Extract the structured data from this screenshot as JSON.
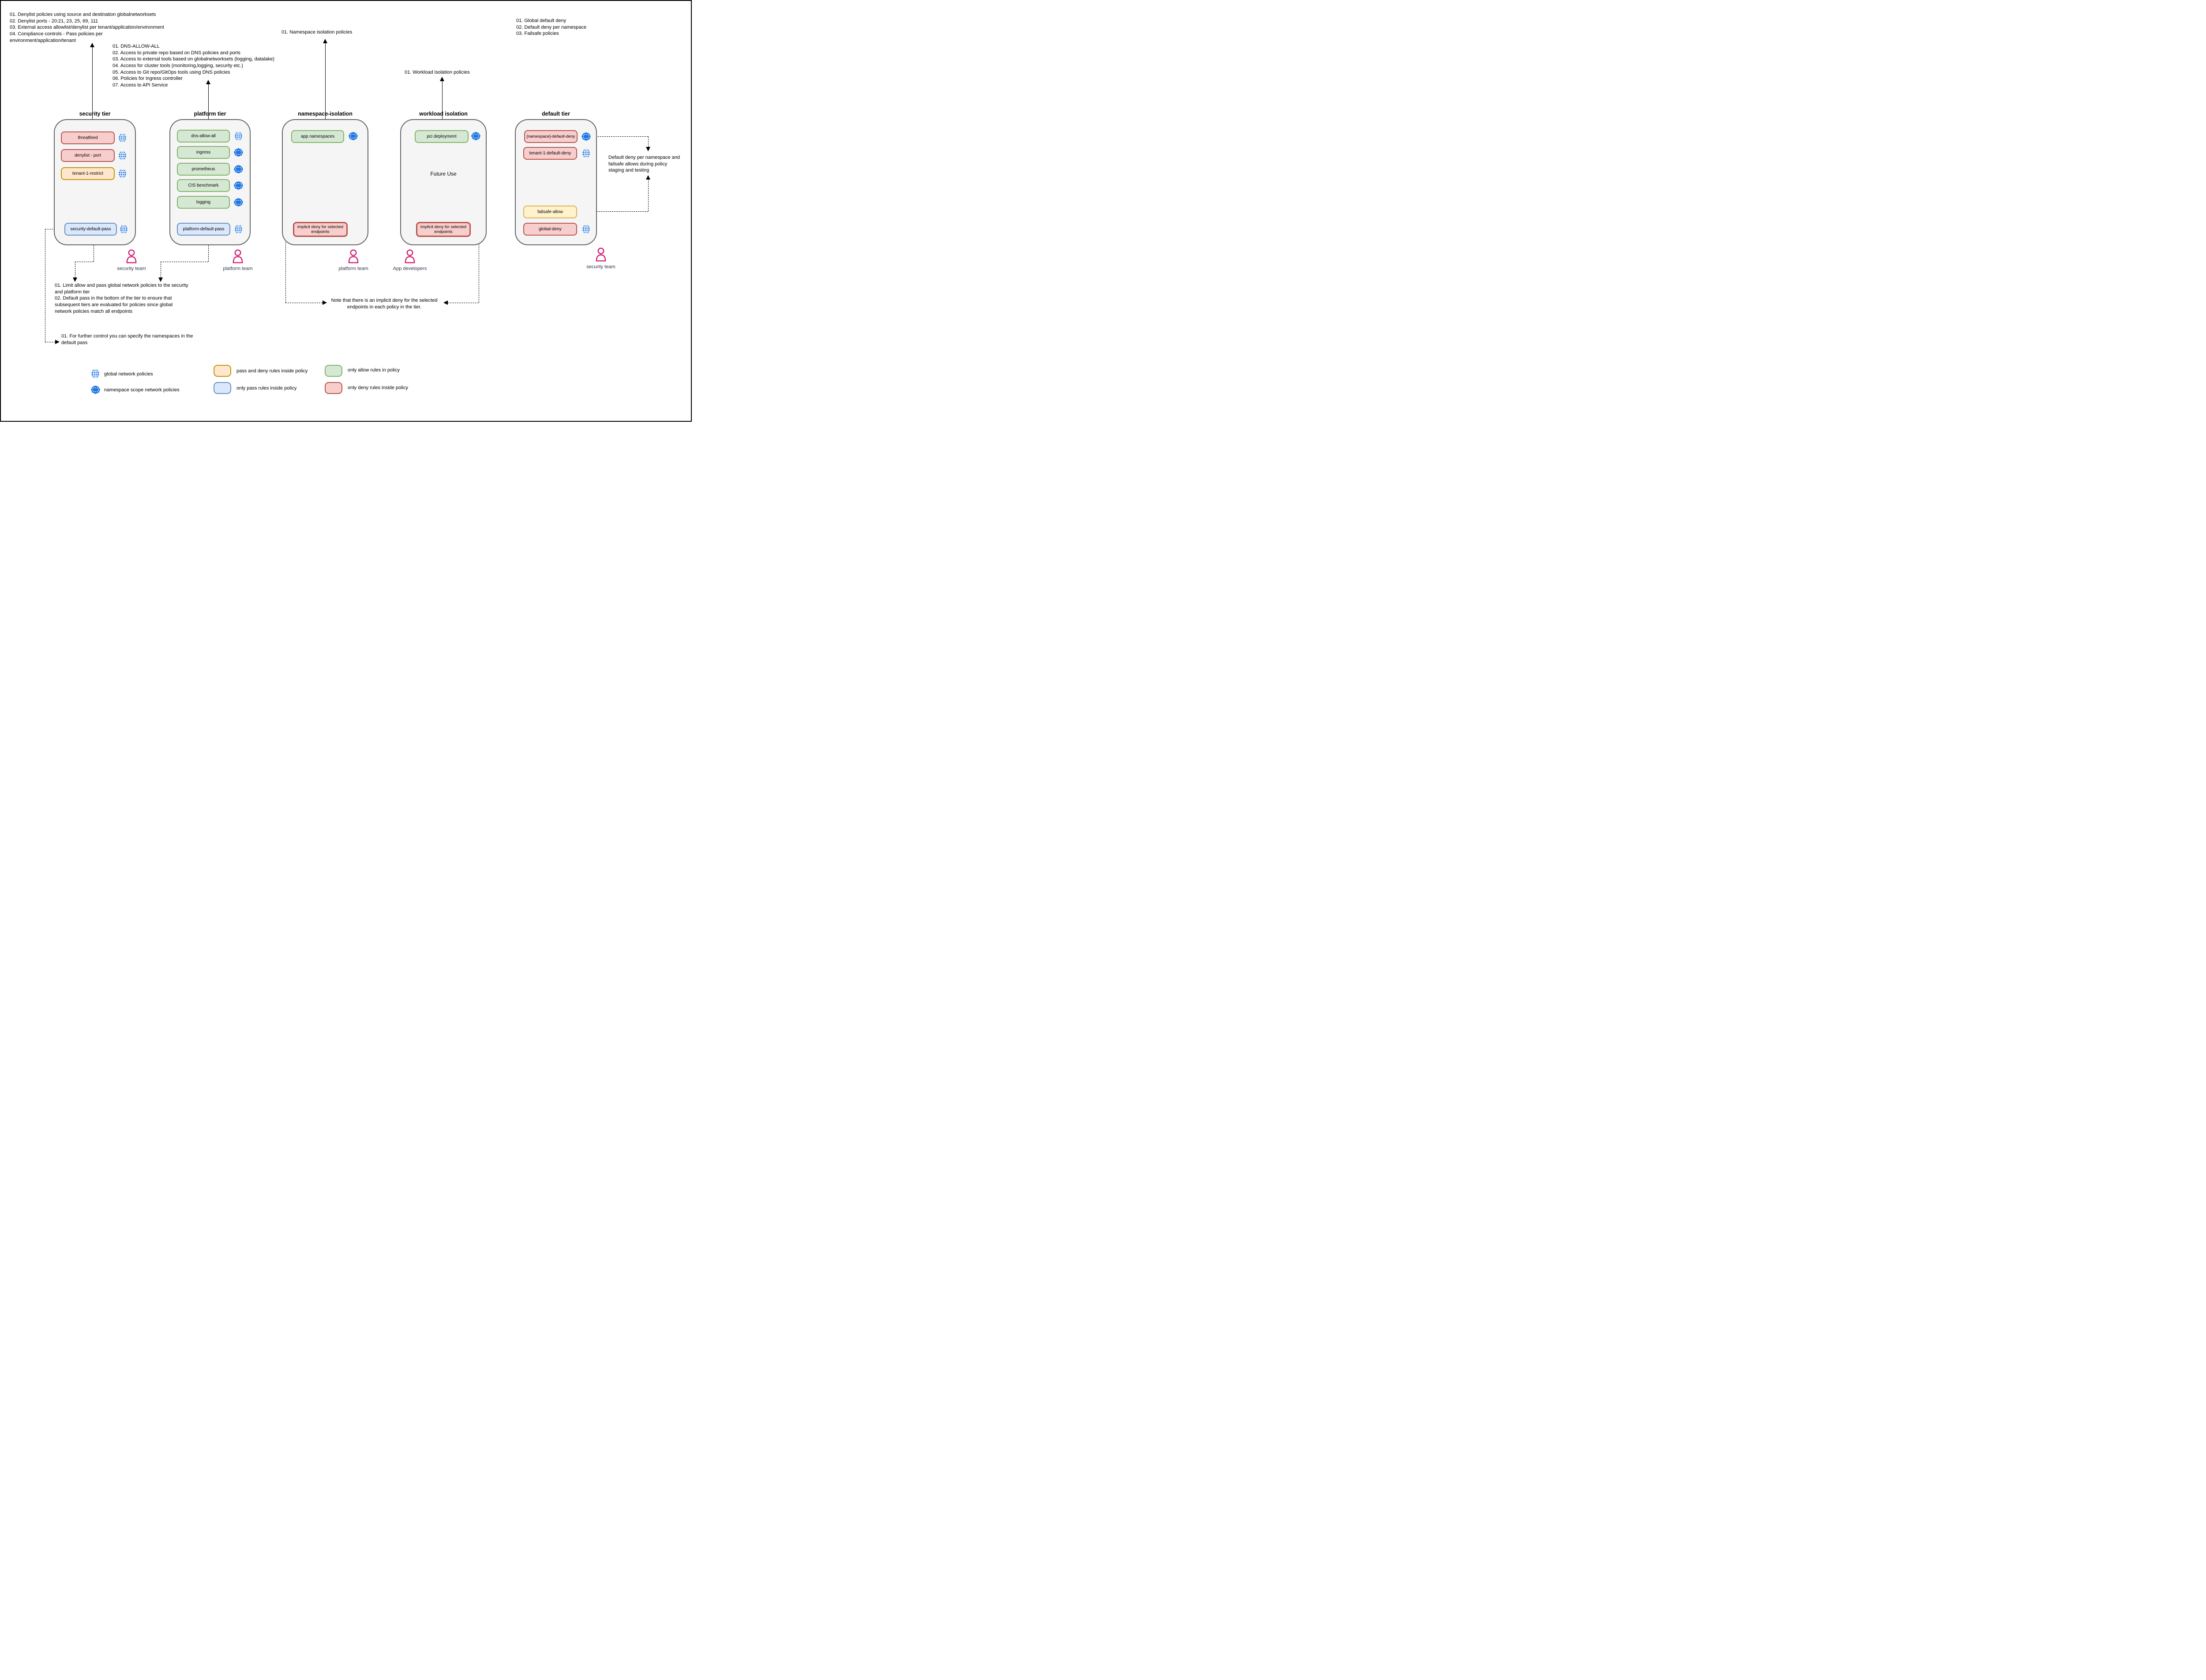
{
  "colors": {
    "tier_fill": "#f5f5f5",
    "tier_border": "#666666",
    "deny_fill": "#f8cecc",
    "deny_border": "#b85450",
    "allow_fill": "#d5e8d4",
    "allow_border": "#82b366",
    "pass_fill": "#dae8fc",
    "pass_border": "#6c8ebf",
    "passdeny_fill": "#ffe6cc",
    "passdeny_border": "#c49102",
    "failsafe_fill": "#fff2cc",
    "failsafe_border": "#d6b656",
    "icon_blue": "#1d76e2",
    "person": "#d0136a",
    "team_label": "#2e3a4e"
  },
  "notes": {
    "security_tier_top": "01. Denylist policies using source and destination globalnetworksets\n02. Denylist ports - 20:21, 23, 25, 69, 111\n03. External access allowlist/denylist per tenant/application/environment\n04. Compliance controls - Pass policies per\nenvironment/application/tenant",
    "platform_tier_top": "01. DNS-ALLOW-ALL\n02. Access to private repo based on DNS policies and ports\n03. Access to external tools based on globalnetworksets (logging, datalake)\n04. Access for cluster tools (monitoring,logging, security etc.)\n05. Access to Git repo/GitOps tools using DNS policies\n06. Policies for ingress controller\n07. Access to API Service",
    "namespace_isolation_top": "01. Namespace isolation policies",
    "workload_isolation_top": "01. Workload isolation policies",
    "default_tier_top": "01. Global default deny\n02. Default deny per namespace\n03. Failsafe policies",
    "default_tier_right": "Default deny per namespace and\nfailsafe allows during policy\nstaging and testing",
    "security_platform_bottom": "01. Limit allow and pass global network policies to the security\nand platform tier\n02. Default pass in the bottom of the tier to ensure that\nsubsequent tiers are evaluated for policies since global\nnetwork policies match all endpoints",
    "implicit_deny_note": "Note that there is an implicit deny for the selected\nendpoints in each policy in the tier.",
    "default_pass_note": "01. For further control you can specify the namespaces in the\ndefault pass"
  },
  "tiers": [
    {
      "title": "security tier",
      "items": [
        {
          "label": "threatfeed",
          "type": "deny",
          "icon": "global-network-policy"
        },
        {
          "label": "denylist - port",
          "type": "deny",
          "icon": "global-network-policy"
        },
        {
          "label": "tenant-1-restrict",
          "type": "pass-and-deny",
          "icon": "global-network-policy"
        },
        {
          "label": "security-default-pass",
          "type": "pass",
          "icon": "global-network-policy"
        }
      ]
    },
    {
      "title": "platform tier",
      "items": [
        {
          "label": "dns-allow-all",
          "type": "allow",
          "icon": "global-network-policy"
        },
        {
          "label": "ingress",
          "type": "allow",
          "icon": "namespace-policy"
        },
        {
          "label": "prometheus",
          "type": "allow",
          "icon": "namespace-policy"
        },
        {
          "label": "CIS benchmark",
          "type": "allow",
          "icon": "namespace-policy"
        },
        {
          "label": "logging",
          "type": "allow",
          "icon": "namespace-policy"
        },
        {
          "label": "platform-default-pass",
          "type": "pass",
          "icon": "global-network-policy"
        }
      ]
    },
    {
      "title": "namespace-isolation",
      "items": [
        {
          "label": "app namespaces",
          "type": "allow",
          "icon": "namespace-policy"
        },
        {
          "label": "implicit deny for selected\nendpoints",
          "type": "deny",
          "icon": null
        }
      ]
    },
    {
      "title": "workload isolation",
      "center_label": "Future Use",
      "items": [
        {
          "label": "pci deployment",
          "type": "allow",
          "icon": "namespace-policy"
        },
        {
          "label": "implicit deny for selected\nendpoints",
          "type": "deny",
          "icon": null
        }
      ]
    },
    {
      "title": "default tier",
      "items": [
        {
          "label": "[namespace]-default-deny",
          "type": "deny",
          "icon": "namespace-policy"
        },
        {
          "label": "tenant-1-default-deny",
          "type": "deny",
          "icon": "global-network-policy"
        },
        {
          "label": "failsafe-allow",
          "type": "pass-and-deny-failsafe",
          "icon": null
        },
        {
          "label": "global-deny",
          "type": "deny",
          "icon": "global-network-policy"
        }
      ]
    }
  ],
  "teams": [
    {
      "label": "security team"
    },
    {
      "label": "platform team"
    },
    {
      "label": "platform team"
    },
    {
      "label": "App developers"
    },
    {
      "label": "security team"
    }
  ],
  "legend": {
    "items": [
      {
        "icon": "globe",
        "label": "global network policies"
      },
      {
        "icon": "namespace",
        "label": "namespace scope network policies"
      },
      {
        "swatch": "passdeny",
        "label": "pass and deny rules inside policy"
      },
      {
        "swatch": "pass",
        "label": "only pass rules inside policy"
      },
      {
        "swatch": "allow",
        "label": "only allow rules in policy"
      },
      {
        "swatch": "deny",
        "label": "only deny rules inside policy"
      }
    ]
  }
}
